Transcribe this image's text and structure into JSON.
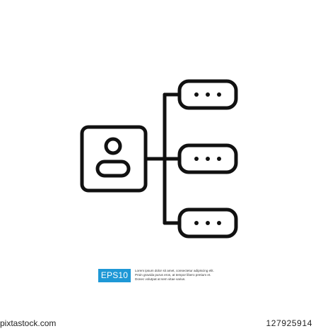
{
  "badge": {
    "label": "EPS10",
    "color": "#1e98d6"
  },
  "description": {
    "lines": [
      "Lorem ipsum dolor sit amet, consectetur adipiscing elit.",
      "Proin gravida purus eros, at tempor libero pretium et.",
      "Donec volutpat at sem vitae varius."
    ]
  },
  "footer": {
    "brand": "pixtastock.com",
    "image_number": "127925914"
  },
  "icon": {
    "name": "user-hierarchy-icon",
    "stroke_color": "#111111",
    "branch_dots": "..."
  }
}
